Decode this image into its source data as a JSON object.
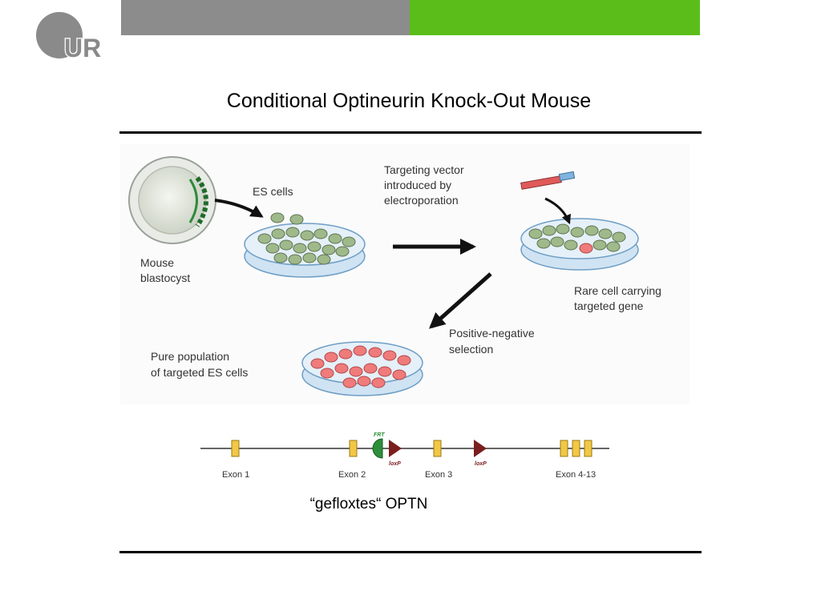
{
  "header": {
    "logo_text": "UR",
    "colors": {
      "gray_bar": "#8c8c8c",
      "green_bar": "#5bbd1a",
      "logo": "#8a8a8a"
    }
  },
  "slide": {
    "title": "Conditional Optineurin Knock-Out Mouse",
    "caption": "“gefloxtes“ OPTN"
  },
  "figure": {
    "labels": {
      "es_cells": "ES cells",
      "mouse": "Mouse",
      "blastocyst": "blastocyst",
      "tv1": "Targeting vector",
      "tv2": "introduced by",
      "tv3": "electroporation",
      "rare1": "Rare cell carrying",
      "rare2": "targeted gene",
      "pos1": "Positive-negative",
      "pos2": "selection",
      "pure1": "Pure population",
      "pure2": "of targeted ES cells"
    },
    "colors": {
      "es_cell": "#9fb98a",
      "targeted_cell": "#ef7b7b",
      "dish": "#bcd8ef",
      "arrow": "#111111"
    }
  },
  "gene_map": {
    "exon1": "Exon 1",
    "exon2": "Exon 2",
    "exon3": "Exon 3",
    "exon4_13": "Exon 4-13",
    "frt": "FRT",
    "loxp1": "loxP",
    "loxp2": "loxP",
    "colors": {
      "exon": "#f2c743",
      "frt": "#2d8f3a",
      "loxp": "#7b1e1e"
    }
  }
}
